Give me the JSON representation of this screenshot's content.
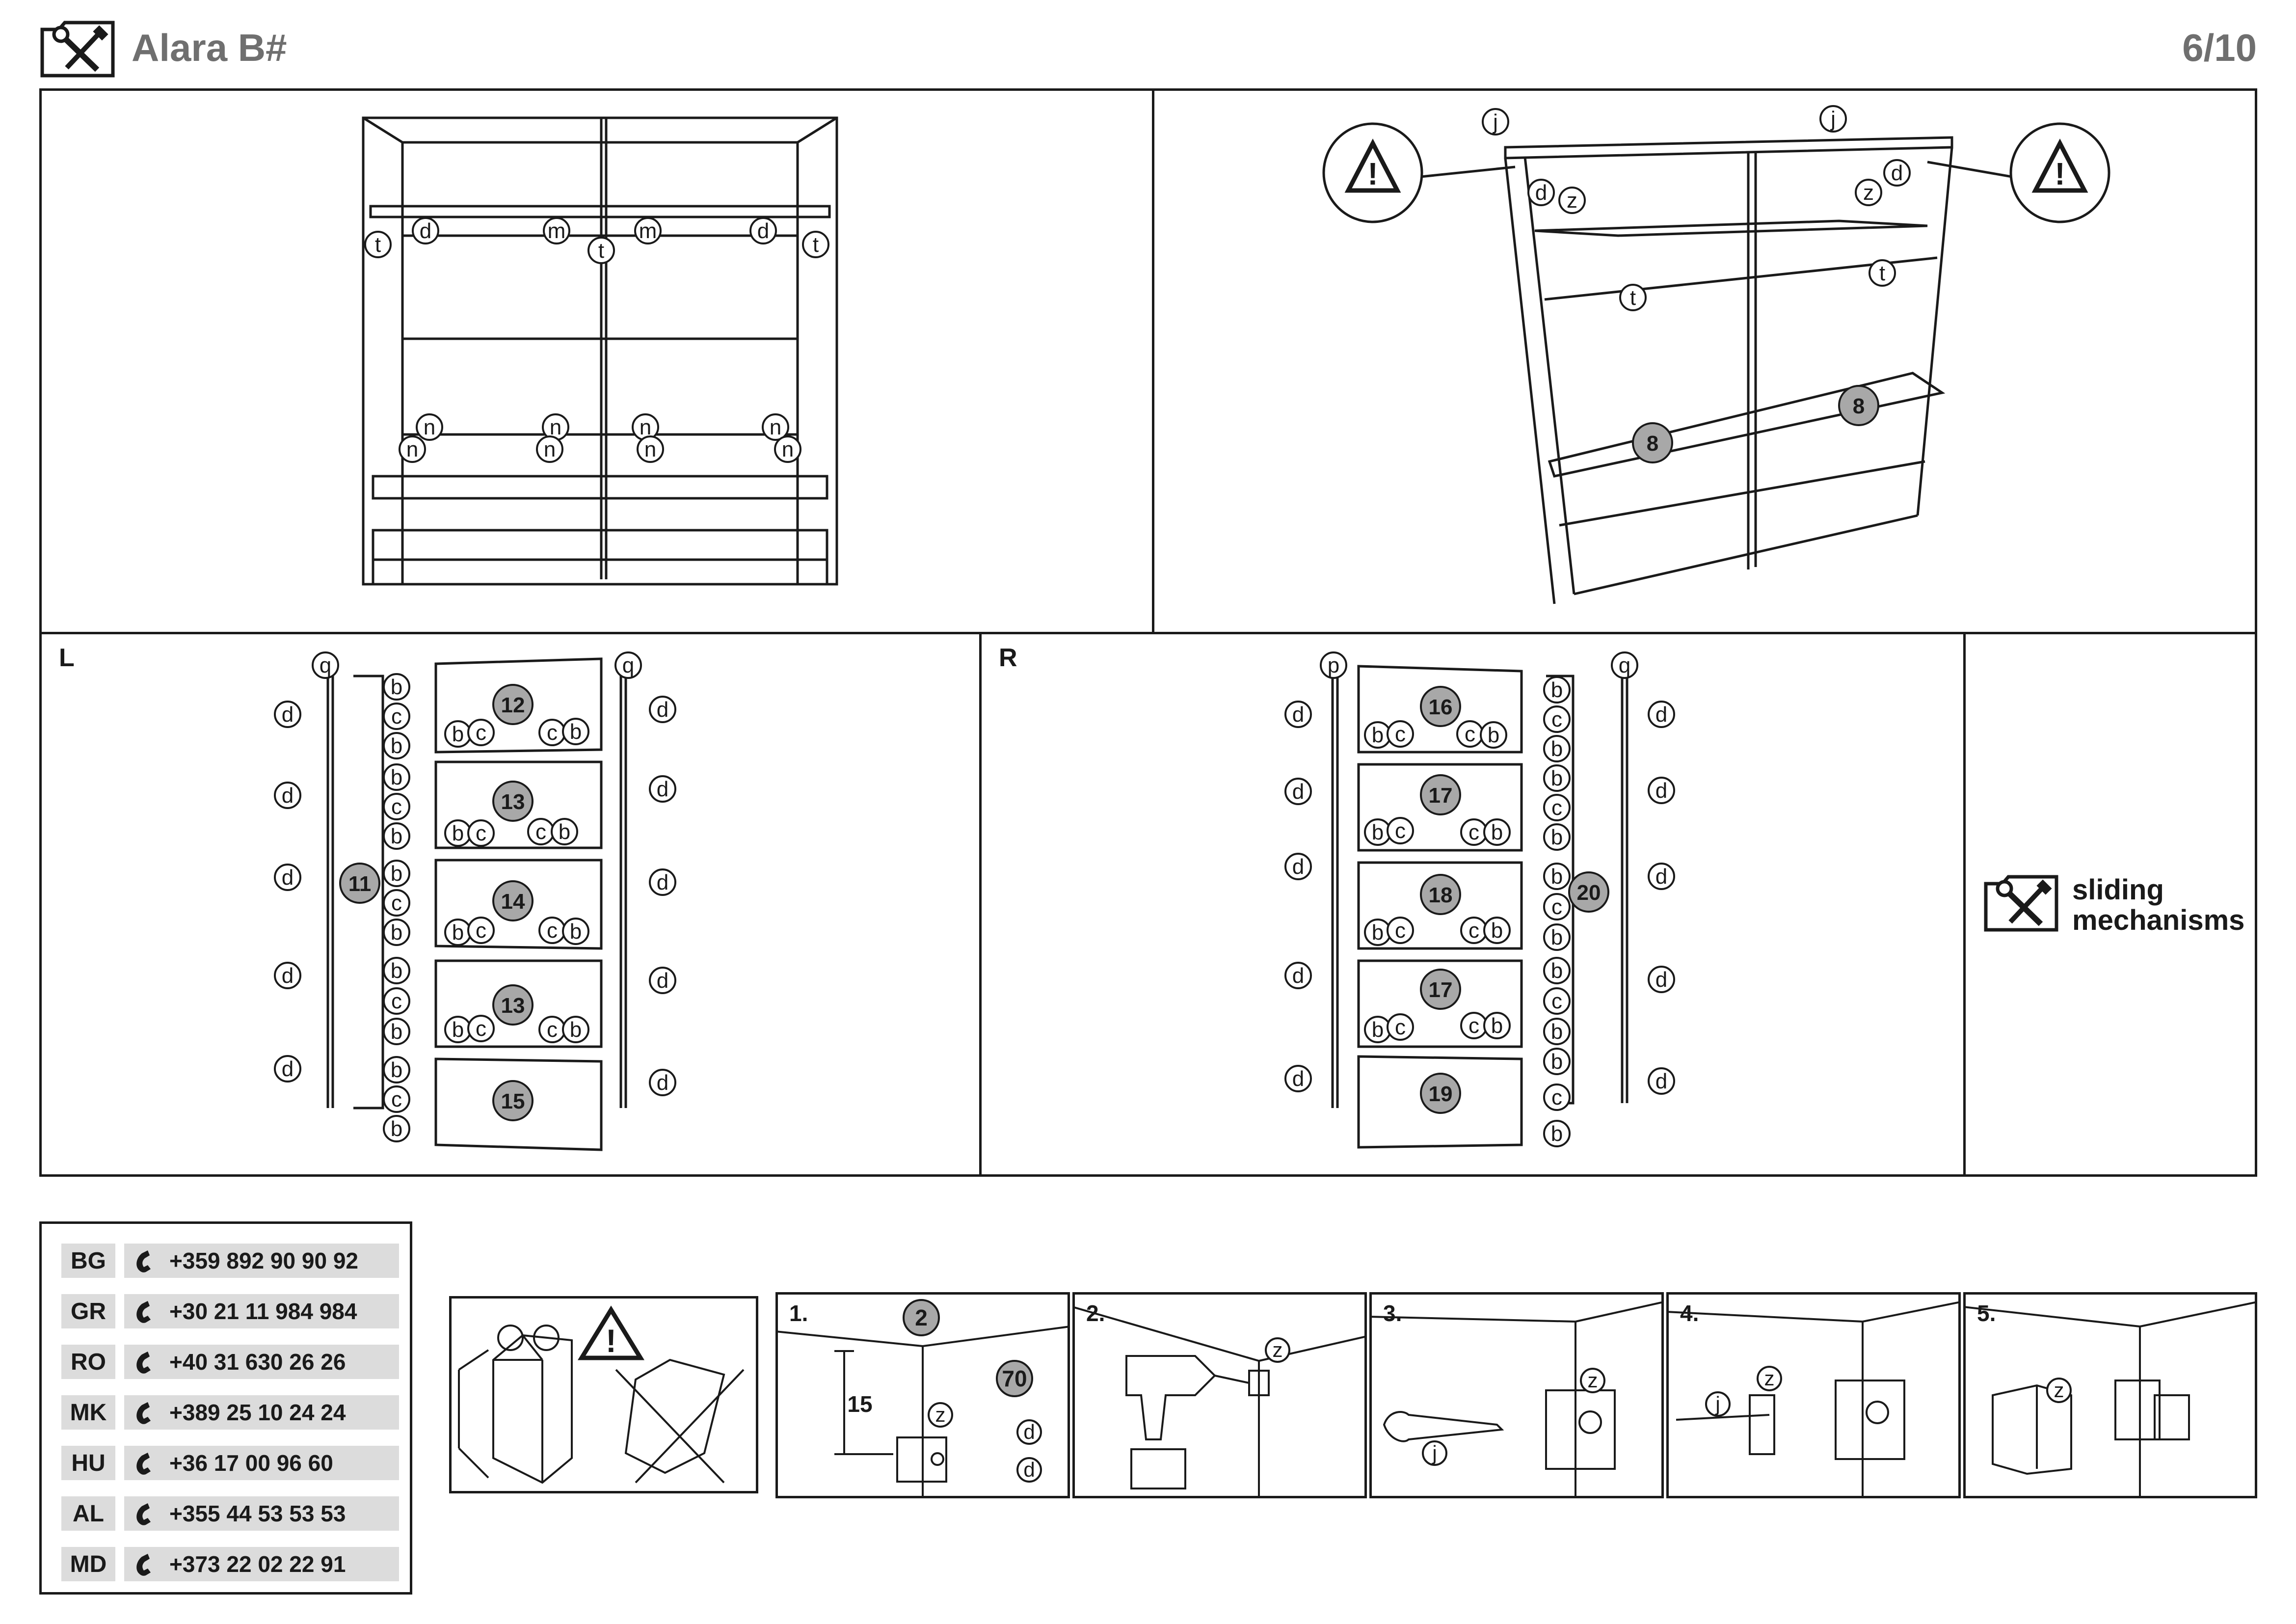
{
  "header": {
    "title": "Alara B#",
    "page": "6/10"
  },
  "top_left": {
    "labels": [
      "d",
      "m",
      "m",
      "d",
      "t",
      "t",
      "t",
      "n",
      "n",
      "n",
      "n",
      "n",
      "n",
      "n",
      "n"
    ]
  },
  "top_right": {
    "labels": [
      "j",
      "j",
      "d",
      "z",
      "z",
      "d",
      "t",
      "t"
    ],
    "shelf_parts": [
      "8",
      "8"
    ]
  },
  "panel_L": {
    "letter": "L",
    "side_labels": [
      "q",
      "q",
      "d",
      "d",
      "d",
      "d",
      "d",
      "d",
      "d",
      "d",
      "d",
      "d"
    ],
    "frame_part": "11",
    "panels": [
      "12",
      "13",
      "14",
      "13",
      "15"
    ],
    "edge_labels": [
      "b",
      "c",
      "b"
    ],
    "inner_labels": [
      "b",
      "c",
      "c",
      "b"
    ]
  },
  "panel_R": {
    "letter": "R",
    "side_labels": [
      "p",
      "q",
      "d",
      "d",
      "d",
      "d",
      "d",
      "d",
      "d",
      "d",
      "d",
      "d"
    ],
    "frame_part": "20",
    "panels": [
      "16",
      "17",
      "18",
      "17",
      "19"
    ],
    "edge_labels": [
      "b",
      "c",
      "b"
    ],
    "inner_labels": [
      "b",
      "c",
      "c",
      "b"
    ]
  },
  "sliding": {
    "line1": "sliding",
    "line2": "mechanisms"
  },
  "phones": [
    {
      "country": "BG",
      "number": "+359 892 90 90 92"
    },
    {
      "country": "GR",
      "number": "+30 21 11 984 984"
    },
    {
      "country": "RO",
      "number": "+40 31 630 26 26"
    },
    {
      "country": "MK",
      "number": "+389 25 10 24 24"
    },
    {
      "country": "HU",
      "number": "+36 17 00 96 60"
    },
    {
      "country": "AL",
      "number": "+355 44 53 53 53"
    },
    {
      "country": "MD",
      "number": "+373 22 02 22 91"
    }
  ],
  "steps": [
    {
      "num": "1.",
      "part_a": "2",
      "part_b": "70",
      "dimension": "15",
      "labels": [
        "z",
        "d",
        "d"
      ]
    },
    {
      "num": "2.",
      "labels": [
        "z"
      ]
    },
    {
      "num": "3.",
      "labels": [
        "z",
        "j"
      ]
    },
    {
      "num": "4.",
      "labels": [
        "z",
        "j"
      ]
    },
    {
      "num": "5.",
      "labels": [
        "z"
      ]
    }
  ],
  "colors": {
    "line": "#1a1a1a",
    "part_fill": "#a8a8a8",
    "header_grey": "#6f6f6f",
    "phone_bg": "#dcdcdc"
  },
  "icons": [
    "tools-icon",
    "warning-icon",
    "phone-icon"
  ]
}
